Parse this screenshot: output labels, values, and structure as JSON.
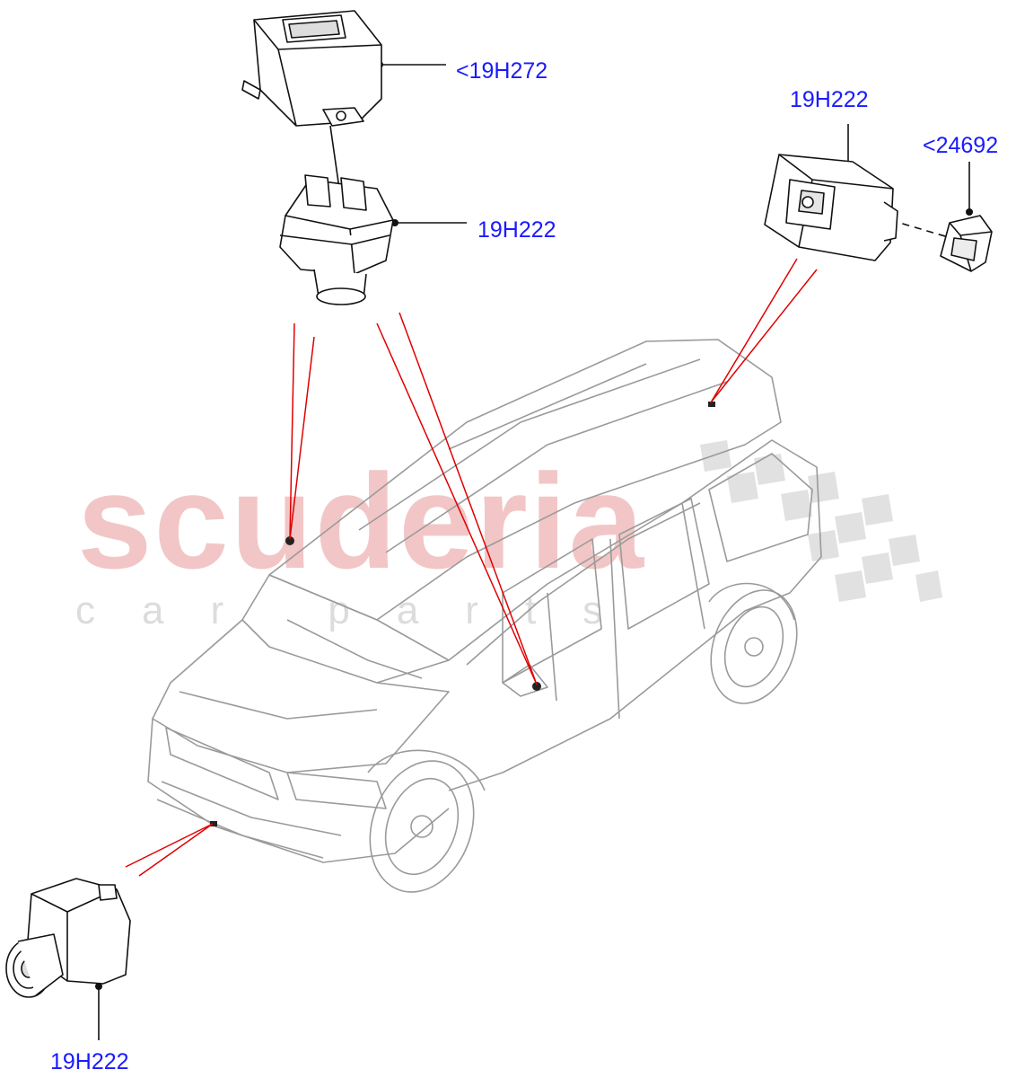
{
  "watermark": {
    "brand": "scuderia",
    "sub": "car parts"
  },
  "callouts": [
    {
      "id": "top-cover",
      "text": "<19H272"
    },
    {
      "id": "rear-camera-top",
      "text": "19H222"
    },
    {
      "id": "roof-camera",
      "text": "19H222"
    },
    {
      "id": "roof-bracket",
      "text": "<24692"
    },
    {
      "id": "front-camera",
      "text": "19H222"
    }
  ],
  "colors": {
    "callout_text": "#1a1aff",
    "leader_red": "#e00000",
    "car_outline": "#9a9a9a",
    "part_outline": "#111111",
    "watermark_red": "#f2c6c6",
    "watermark_grey": "#dcdcdc"
  }
}
